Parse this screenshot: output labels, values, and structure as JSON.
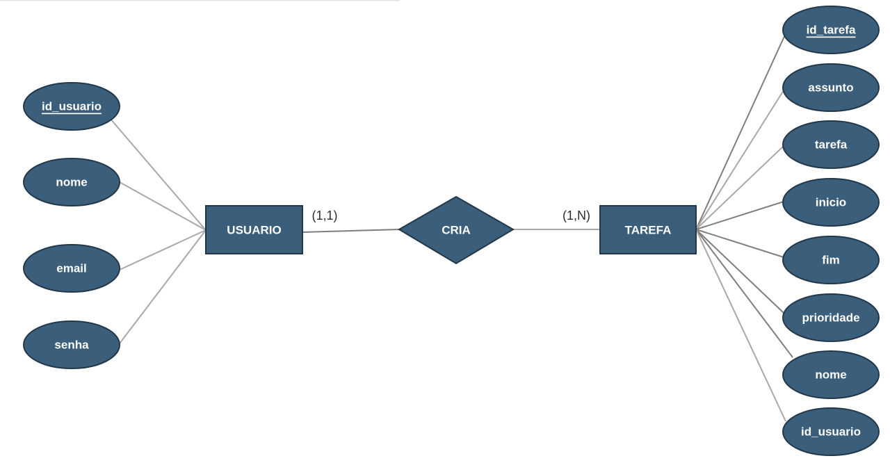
{
  "entities": {
    "usuario": "USUARIO",
    "tarefa": "TAREFA"
  },
  "relationship": {
    "label": "CRIA",
    "cardinality_left": "(1,1)",
    "cardinality_right": "(1,N)"
  },
  "usuario_attributes": [
    {
      "label": "id_usuario",
      "key": true
    },
    {
      "label": "nome",
      "key": false
    },
    {
      "label": "email",
      "key": false
    },
    {
      "label": "senha",
      "key": false
    }
  ],
  "tarefa_attributes": [
    {
      "label": "id_tarefa",
      "key": true
    },
    {
      "label": "assunto",
      "key": false
    },
    {
      "label": "tarefa",
      "key": false
    },
    {
      "label": "inicio",
      "key": false
    },
    {
      "label": "fim",
      "key": false
    },
    {
      "label": "prioridade",
      "key": false
    },
    {
      "label": "nome",
      "key": false
    },
    {
      "label": "id_usuario",
      "key": false
    }
  ],
  "colors": {
    "shape_fill": "#3b5f7a",
    "shape_stroke": "#22384a",
    "connector": "#a8a8a8",
    "text": "#ffffff"
  }
}
